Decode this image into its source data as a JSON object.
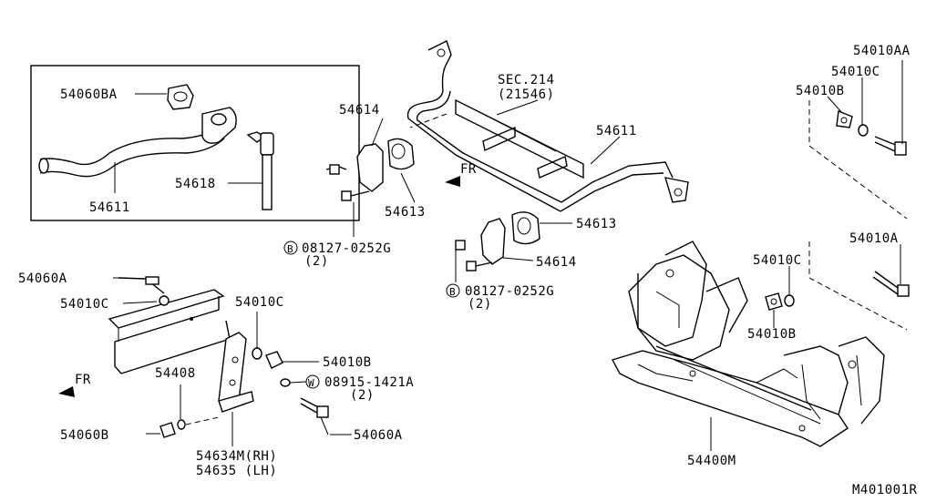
{
  "diagram_id": "M401001R",
  "labels": {
    "p54060BA": "54060BA",
    "p54611_inset": "54611",
    "p54618": "54618",
    "p54614_top": "54614",
    "p54613_top": "54613",
    "sec214": "SEC.214",
    "sec214_sub": "(21546)",
    "p54611_main": "54611",
    "fr_top": "FR",
    "b_bolt_top": "08127-0252G",
    "b_qty_top": "(2)",
    "p54613_mid": "54613",
    "p54614_mid": "54614",
    "b_bolt_mid": "08127-0252G",
    "b_qty_mid": "(2)",
    "p54010AA": "54010AA",
    "p54010C_tr": "54010C",
    "p54010B_tr": "54010B",
    "p54010A_r": "54010A",
    "p54010C_r": "54010C",
    "p54010B_r": "54010B",
    "p54400M": "54400M",
    "p54060A_l": "54060A",
    "p54010C_l": "54010C",
    "p54010C_bm": "54010C",
    "p54010B_bm": "54010B",
    "w_washer": "08915-1421A",
    "w_qty": "(2)",
    "fr_bottom": "FR",
    "p54408": "54408",
    "p54060B": "54060B",
    "p54060A_bm": "54060A",
    "p54634M": "54634M(RH)",
    "p54635": "54635 (LH)"
  },
  "symbols": {
    "b_mark": "B",
    "w_mark": "W"
  }
}
